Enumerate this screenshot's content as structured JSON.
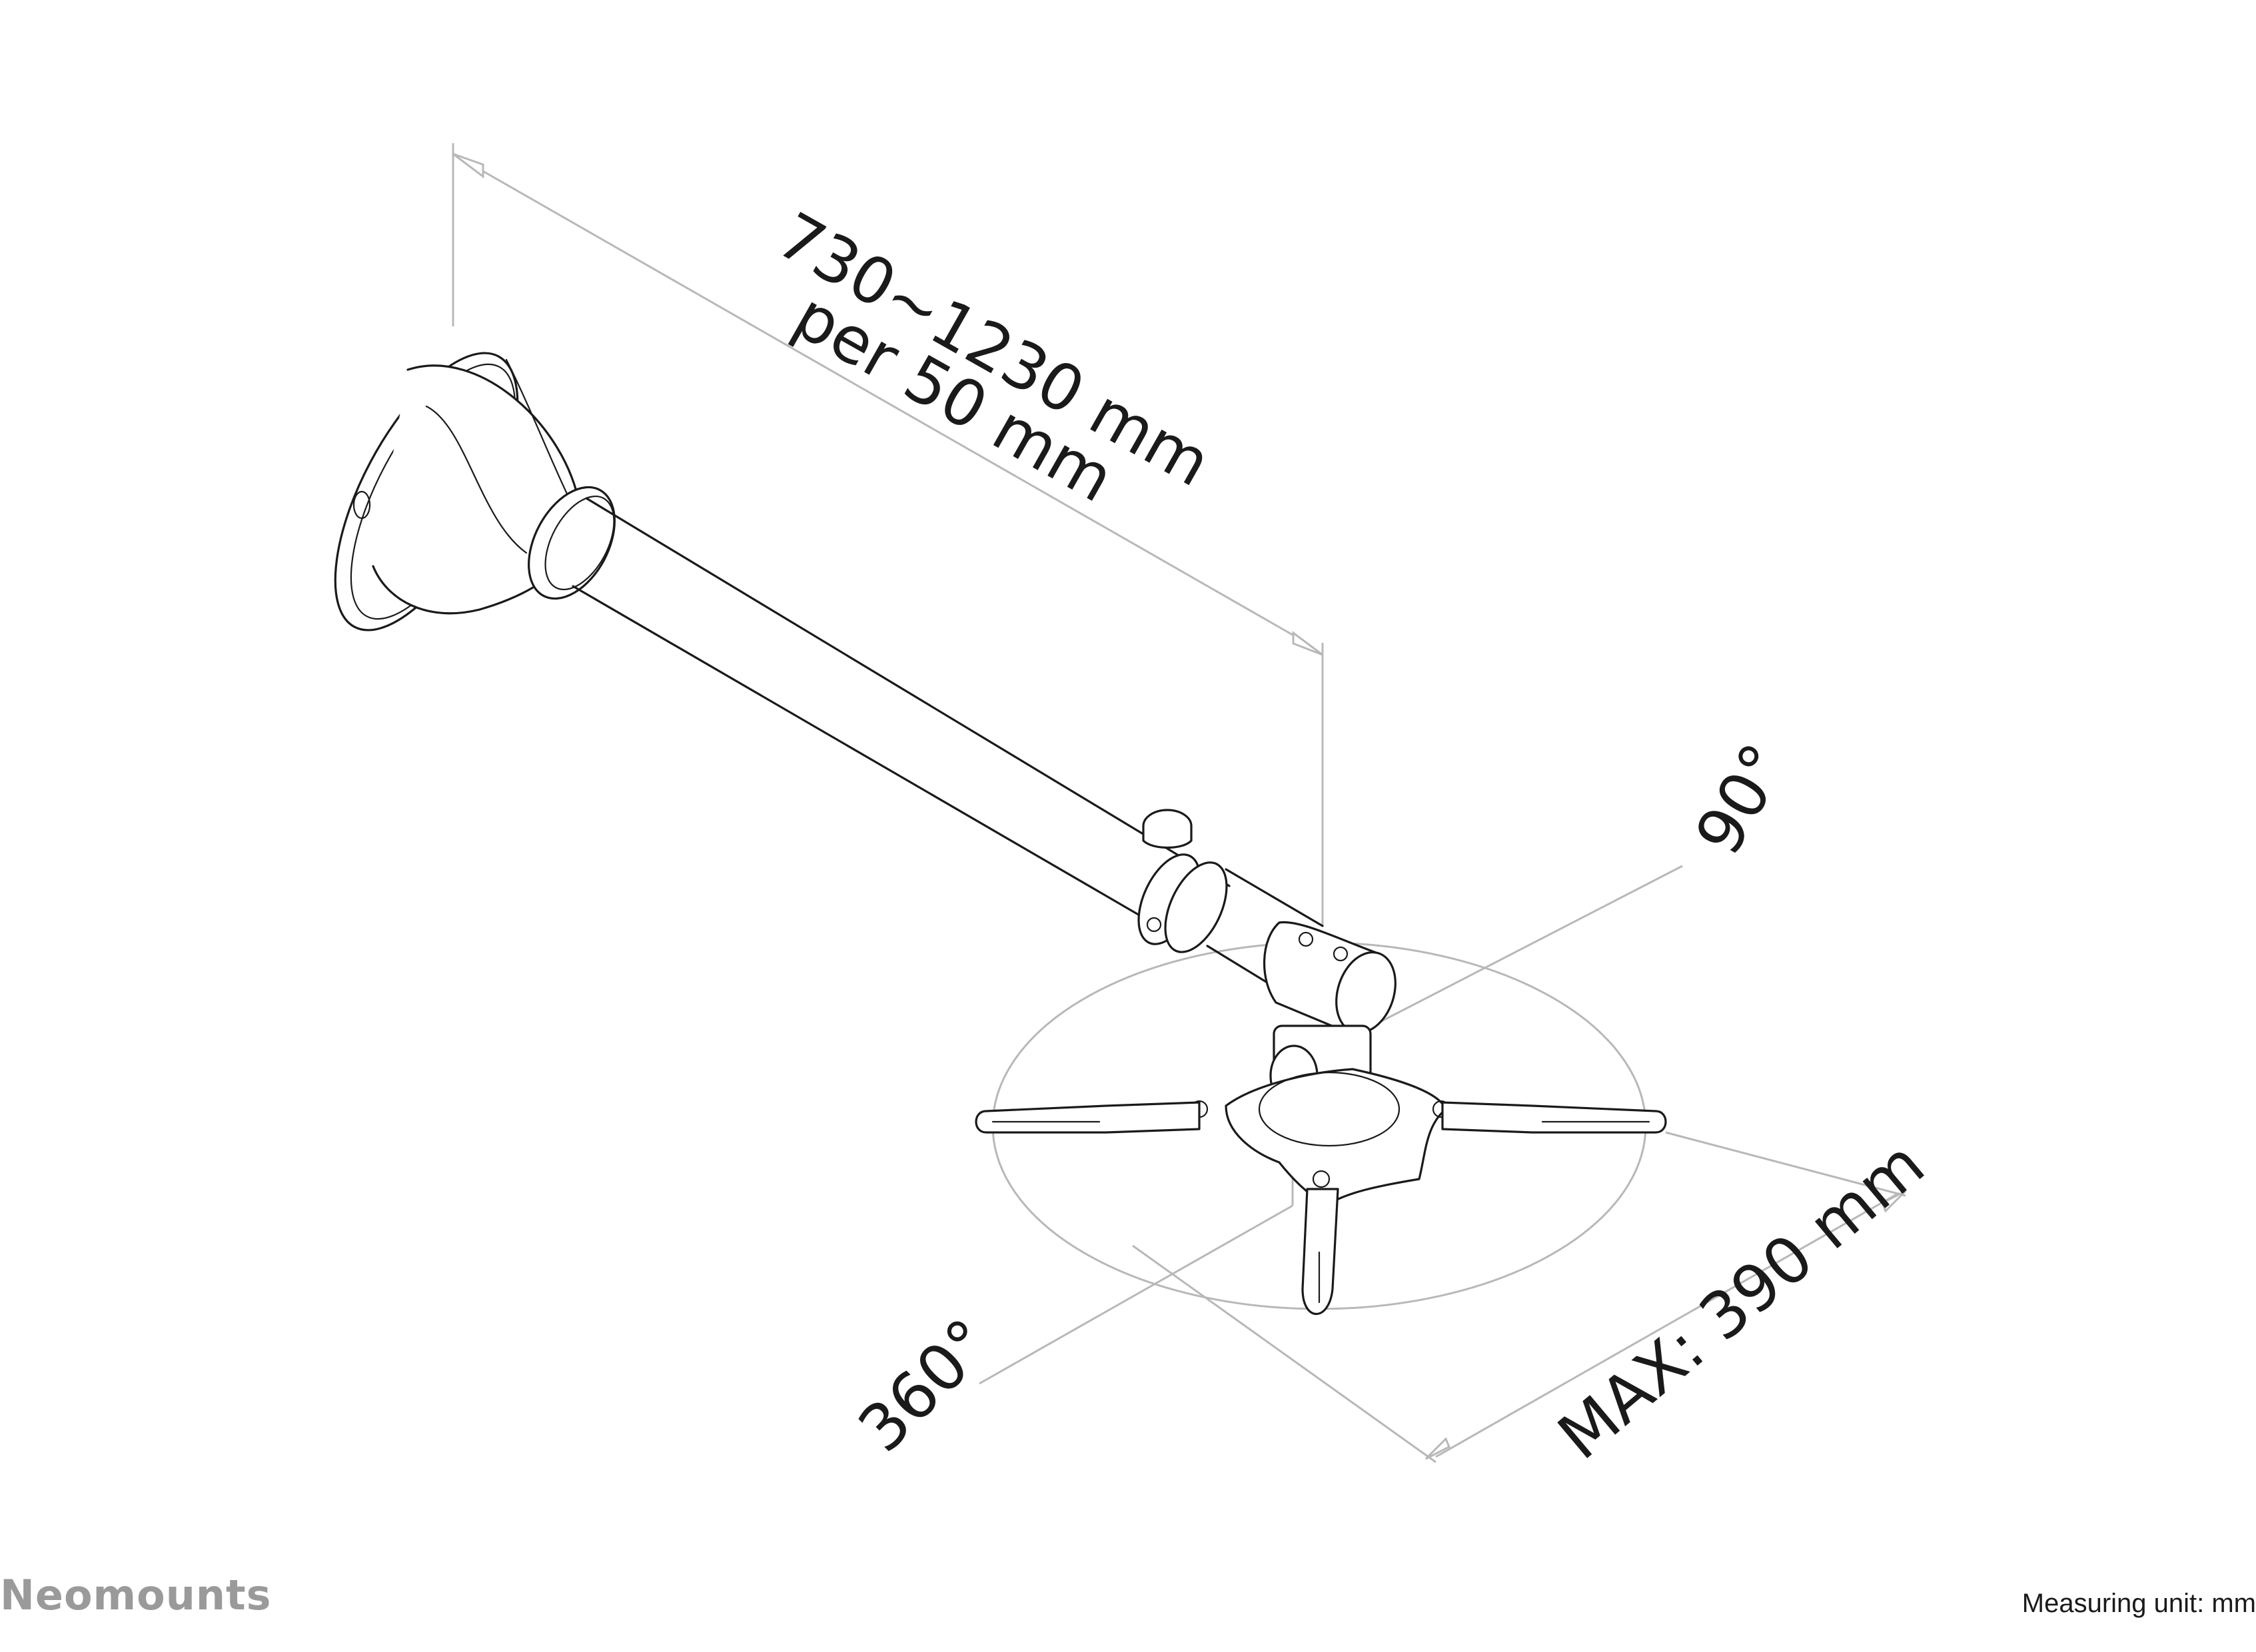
{
  "diagram": {
    "type": "technical-product-drawing",
    "subject": "ceiling projector mount with telescopic pole",
    "dimensions": {
      "pole_length": {
        "line1": "730~1230 mm",
        "line2": "per 50 mm"
      },
      "max_bracket_span": "MAX: 390 mm"
    },
    "angles": {
      "tilt": "90°",
      "rotation": "360°"
    }
  },
  "footer": {
    "brand": "Neomounts",
    "measuring_unit": "Measuring unit: mm"
  },
  "colors": {
    "line_art": "#1a1a1a",
    "dimension_lines": "#b8b8b8",
    "brand_gray": "#9a9a9a",
    "background": "#ffffff"
  }
}
